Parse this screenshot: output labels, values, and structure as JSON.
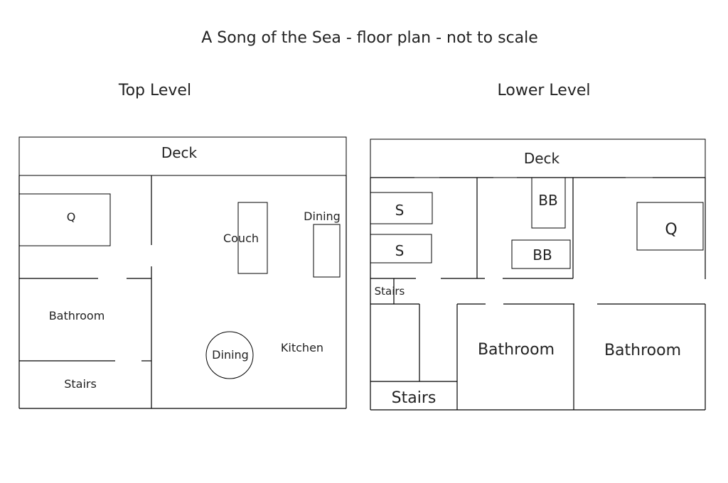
{
  "title": "A Song of the Sea - floor plan - not to scale",
  "top_level": {
    "heading": "Top Level",
    "deck": "Deck",
    "bed": "Q",
    "bathroom": "Bathroom",
    "stairs": "Stairs",
    "couch": "Couch",
    "dining_table": "Dining",
    "dining_round": "Dining",
    "kitchen": "Kitchen"
  },
  "lower_level": {
    "heading": "Lower Level",
    "deck": "Deck",
    "single_bed_1": "S",
    "single_bed_2": "S",
    "bunk_bed_1": "BB",
    "bunk_bed_2": "BB",
    "bed": "Q",
    "stairs_small": "Stairs",
    "stairs": "Stairs",
    "bathroom_1": "Bathroom",
    "bathroom_2": "Bathroom"
  }
}
